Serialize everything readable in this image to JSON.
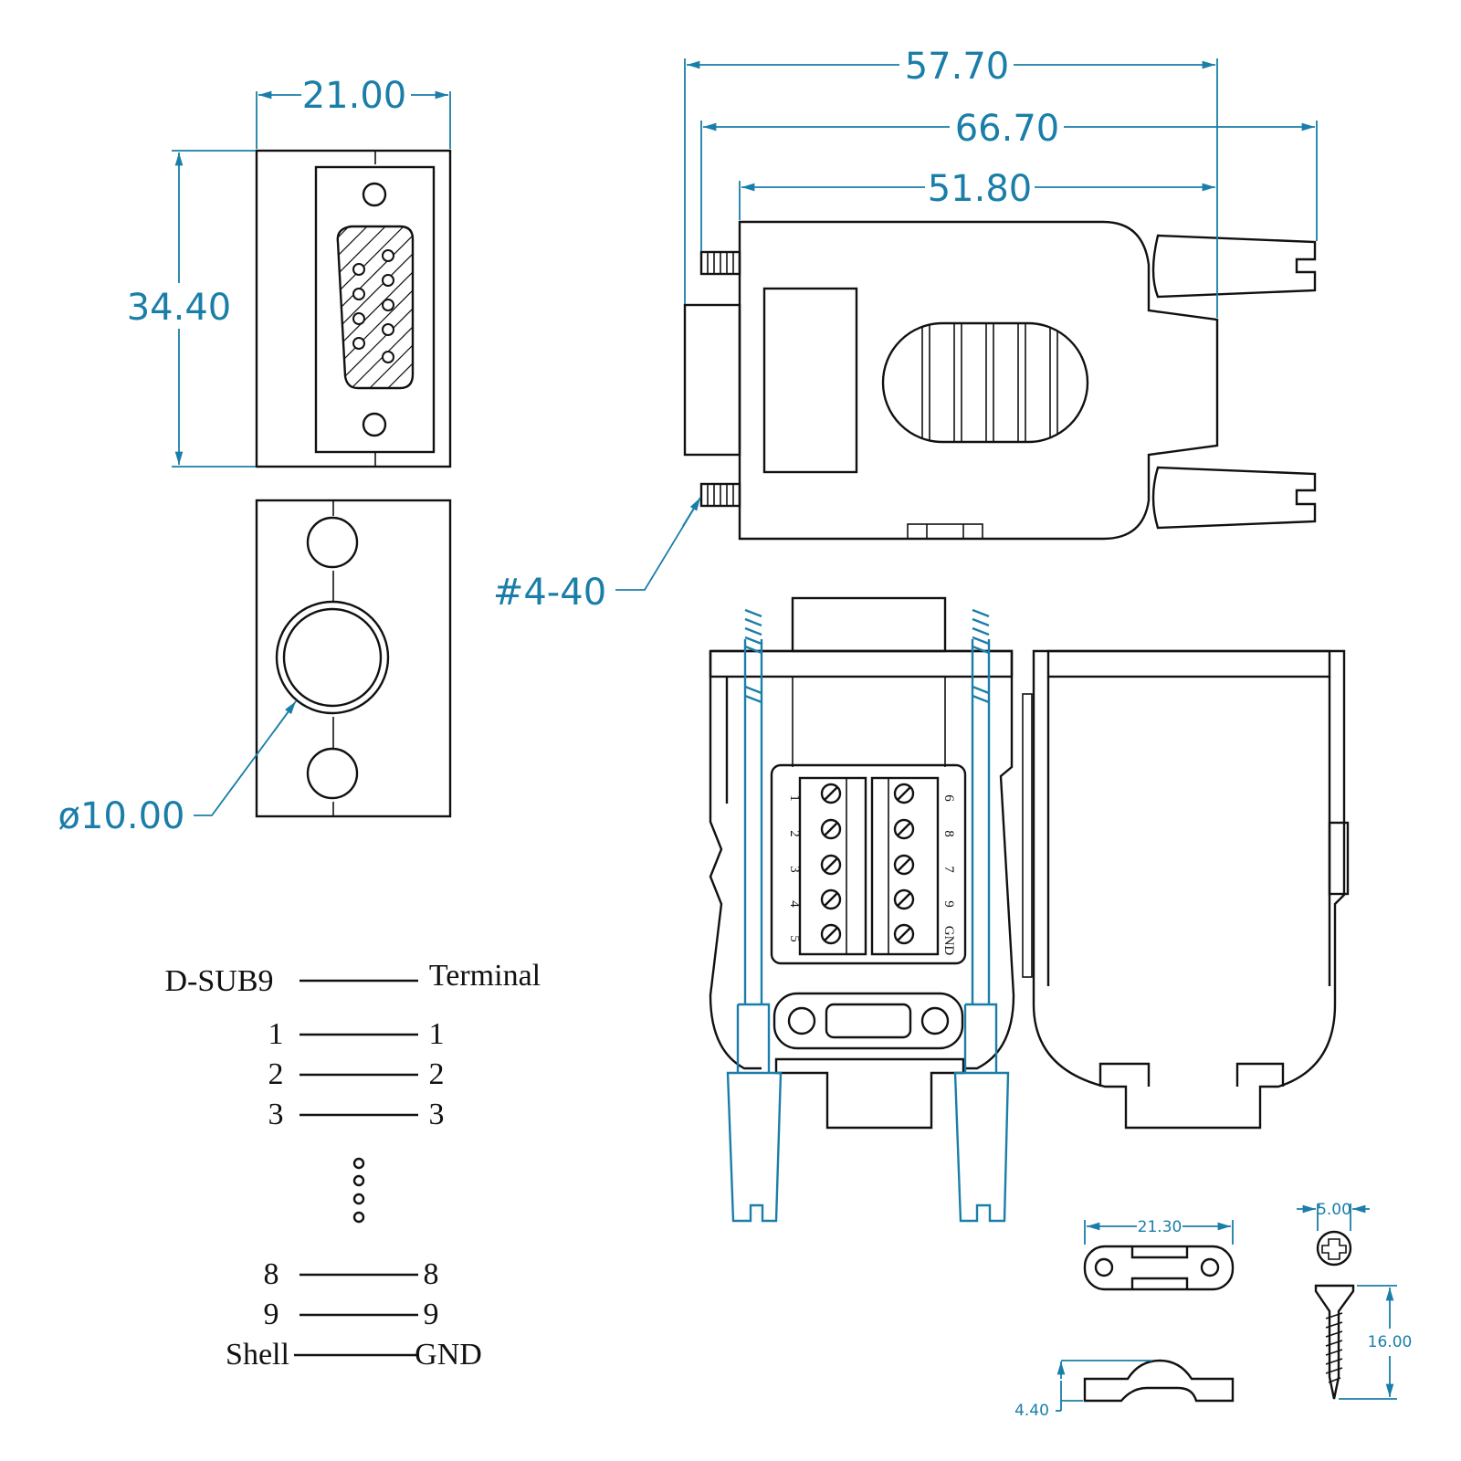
{
  "dimensions": {
    "front_width": "21.00",
    "front_height": "34.40",
    "hole_diameter": "ø10.00",
    "overall_57": "57.70",
    "overall_66": "66.70",
    "overall_51": "51.80",
    "thread": "#4-40",
    "clamp_width": "21.30",
    "clamp_height": "4.40",
    "screw_head": "5.00",
    "screw_length": "16.00"
  },
  "terminal_block": {
    "left_labels": [
      "1",
      "2",
      "3",
      "4",
      "5"
    ],
    "right_labels": [
      "6",
      "8",
      "7",
      "9",
      "GND"
    ]
  },
  "pin_map": {
    "header_left": "D-SUB9",
    "header_right": "Terminal",
    "rows_top": [
      {
        "left": "1",
        "right": "1"
      },
      {
        "left": "2",
        "right": "2"
      },
      {
        "left": "3",
        "right": "3"
      }
    ],
    "rows_bottom": [
      {
        "left": "8",
        "right": "8"
      },
      {
        "left": "9",
        "right": "9"
      },
      {
        "left": "Shell",
        "right": "GND"
      }
    ]
  }
}
